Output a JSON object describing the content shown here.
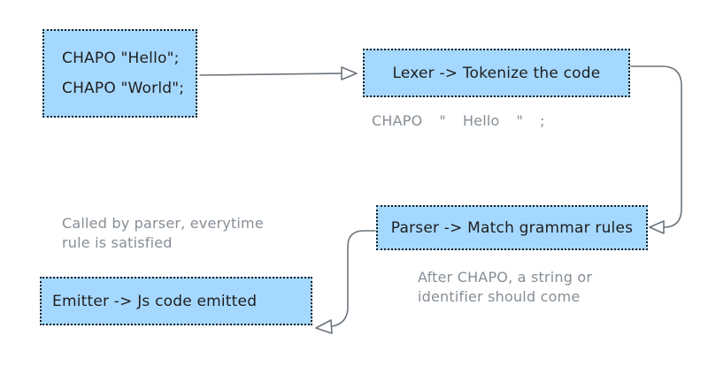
{
  "diagram": {
    "colors": {
      "background": "#ffffff",
      "box_fill": "#a5d8ff",
      "box_border": "#1e1e1e",
      "box_text": "#1e1e1e",
      "note_text": "#868e96",
      "arrow": "#6c757d"
    },
    "source_box": {
      "line1": "CHAPO \"Hello\";",
      "line2": "CHAPO \"World\";"
    },
    "lexer_box": {
      "label": "Lexer -> Tokenize the code"
    },
    "token_annotation": {
      "tokens": [
        "CHAPO",
        "\"",
        "Hello",
        "\"",
        ";"
      ]
    },
    "parser_box": {
      "label": "Parser -> Match grammar rules"
    },
    "parser_note": {
      "line1": "After CHAPO, a string or",
      "line2": "identifier should come"
    },
    "emitter_note": {
      "line1": "Called by parser, everytime",
      "line2": "rule is satisfied"
    },
    "emitter_box": {
      "label": "Emitter -> Js code emitted"
    }
  }
}
